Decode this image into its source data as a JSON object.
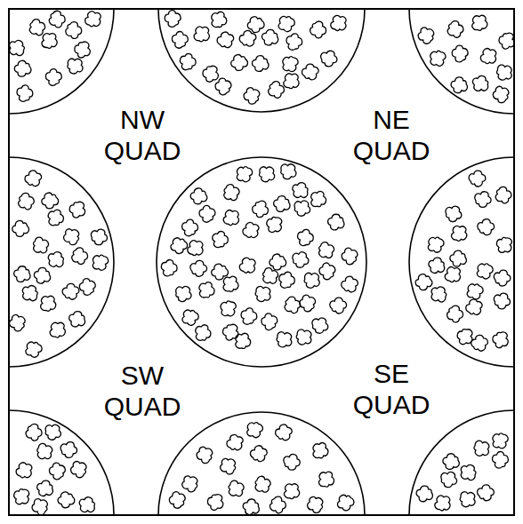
{
  "diagram": {
    "labels": [
      "NW QUAD",
      "NE QUAD",
      "SW QUAD",
      "SE QUAD"
    ]
  }
}
